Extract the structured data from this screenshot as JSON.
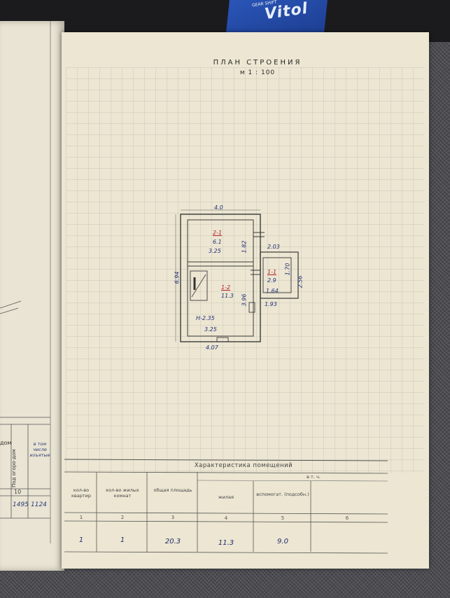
{
  "title": "ПЛАН СТРОЕНИЯ",
  "scale": "м 1 : 100",
  "plan": {
    "dimensions": {
      "top_width": "4.0",
      "left_height": "6.94",
      "inner_width_upper": "3.25",
      "inner_height_upper": "1.82",
      "inner_height_main": "3.96",
      "bottom_inner": "3.25",
      "bottom_outer": "4.07",
      "annex_top": "2.03",
      "annex_inner": "1.70",
      "annex_right": "2.56",
      "annex_inner_width": "1.64",
      "annex_bottom": "1.93"
    },
    "rooms": {
      "room_2_1_id": "2-1",
      "room_2_1_area": "6.1",
      "room_1_2_id": "1-2",
      "room_1_2_area": "11.3",
      "room_1_1_id": "1-1",
      "room_1_1_area": "2.9"
    },
    "height_note": "Н-2.35"
  },
  "table": {
    "title": "Характеристика помещений",
    "subheader": "в т. ч.",
    "headers": [
      "кол-во квартир",
      "кол-во жилых комнат",
      "общая площадь",
      "жилая",
      "вспомогат. (подсобн.)",
      ""
    ],
    "numbers": [
      "1",
      "2",
      "3",
      "4",
      "5",
      "6"
    ],
    "values": [
      "1",
      "1",
      "20.3",
      "11.3",
      "9.0",
      ""
    ]
  },
  "left_page": {
    "col_a": "дом",
    "col_b": "Под огоро-дом",
    "col_c": "в том числе изъятые",
    "row_num": "10",
    "val_a": "1495",
    "val_b": "1124"
  },
  "background": {
    "box_brand": "Vitol",
    "box_sub": "GEAR SHIFT"
  }
}
